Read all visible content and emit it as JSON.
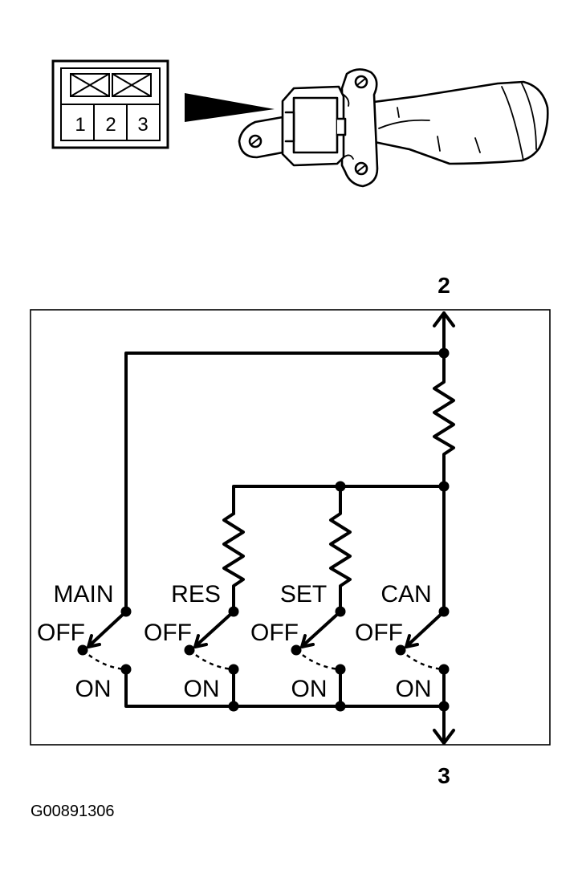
{
  "connector": {
    "pins": [
      "1",
      "2",
      "3"
    ]
  },
  "terminals": {
    "top": "2",
    "bottom": "3"
  },
  "switches": [
    {
      "name": "MAIN",
      "off": "OFF",
      "on": "ON"
    },
    {
      "name": "RES",
      "off": "OFF",
      "on": "ON"
    },
    {
      "name": "SET",
      "off": "OFF",
      "on": "ON"
    },
    {
      "name": "CAN",
      "off": "OFF",
      "on": "ON"
    }
  ],
  "figure_id": "G00891306"
}
